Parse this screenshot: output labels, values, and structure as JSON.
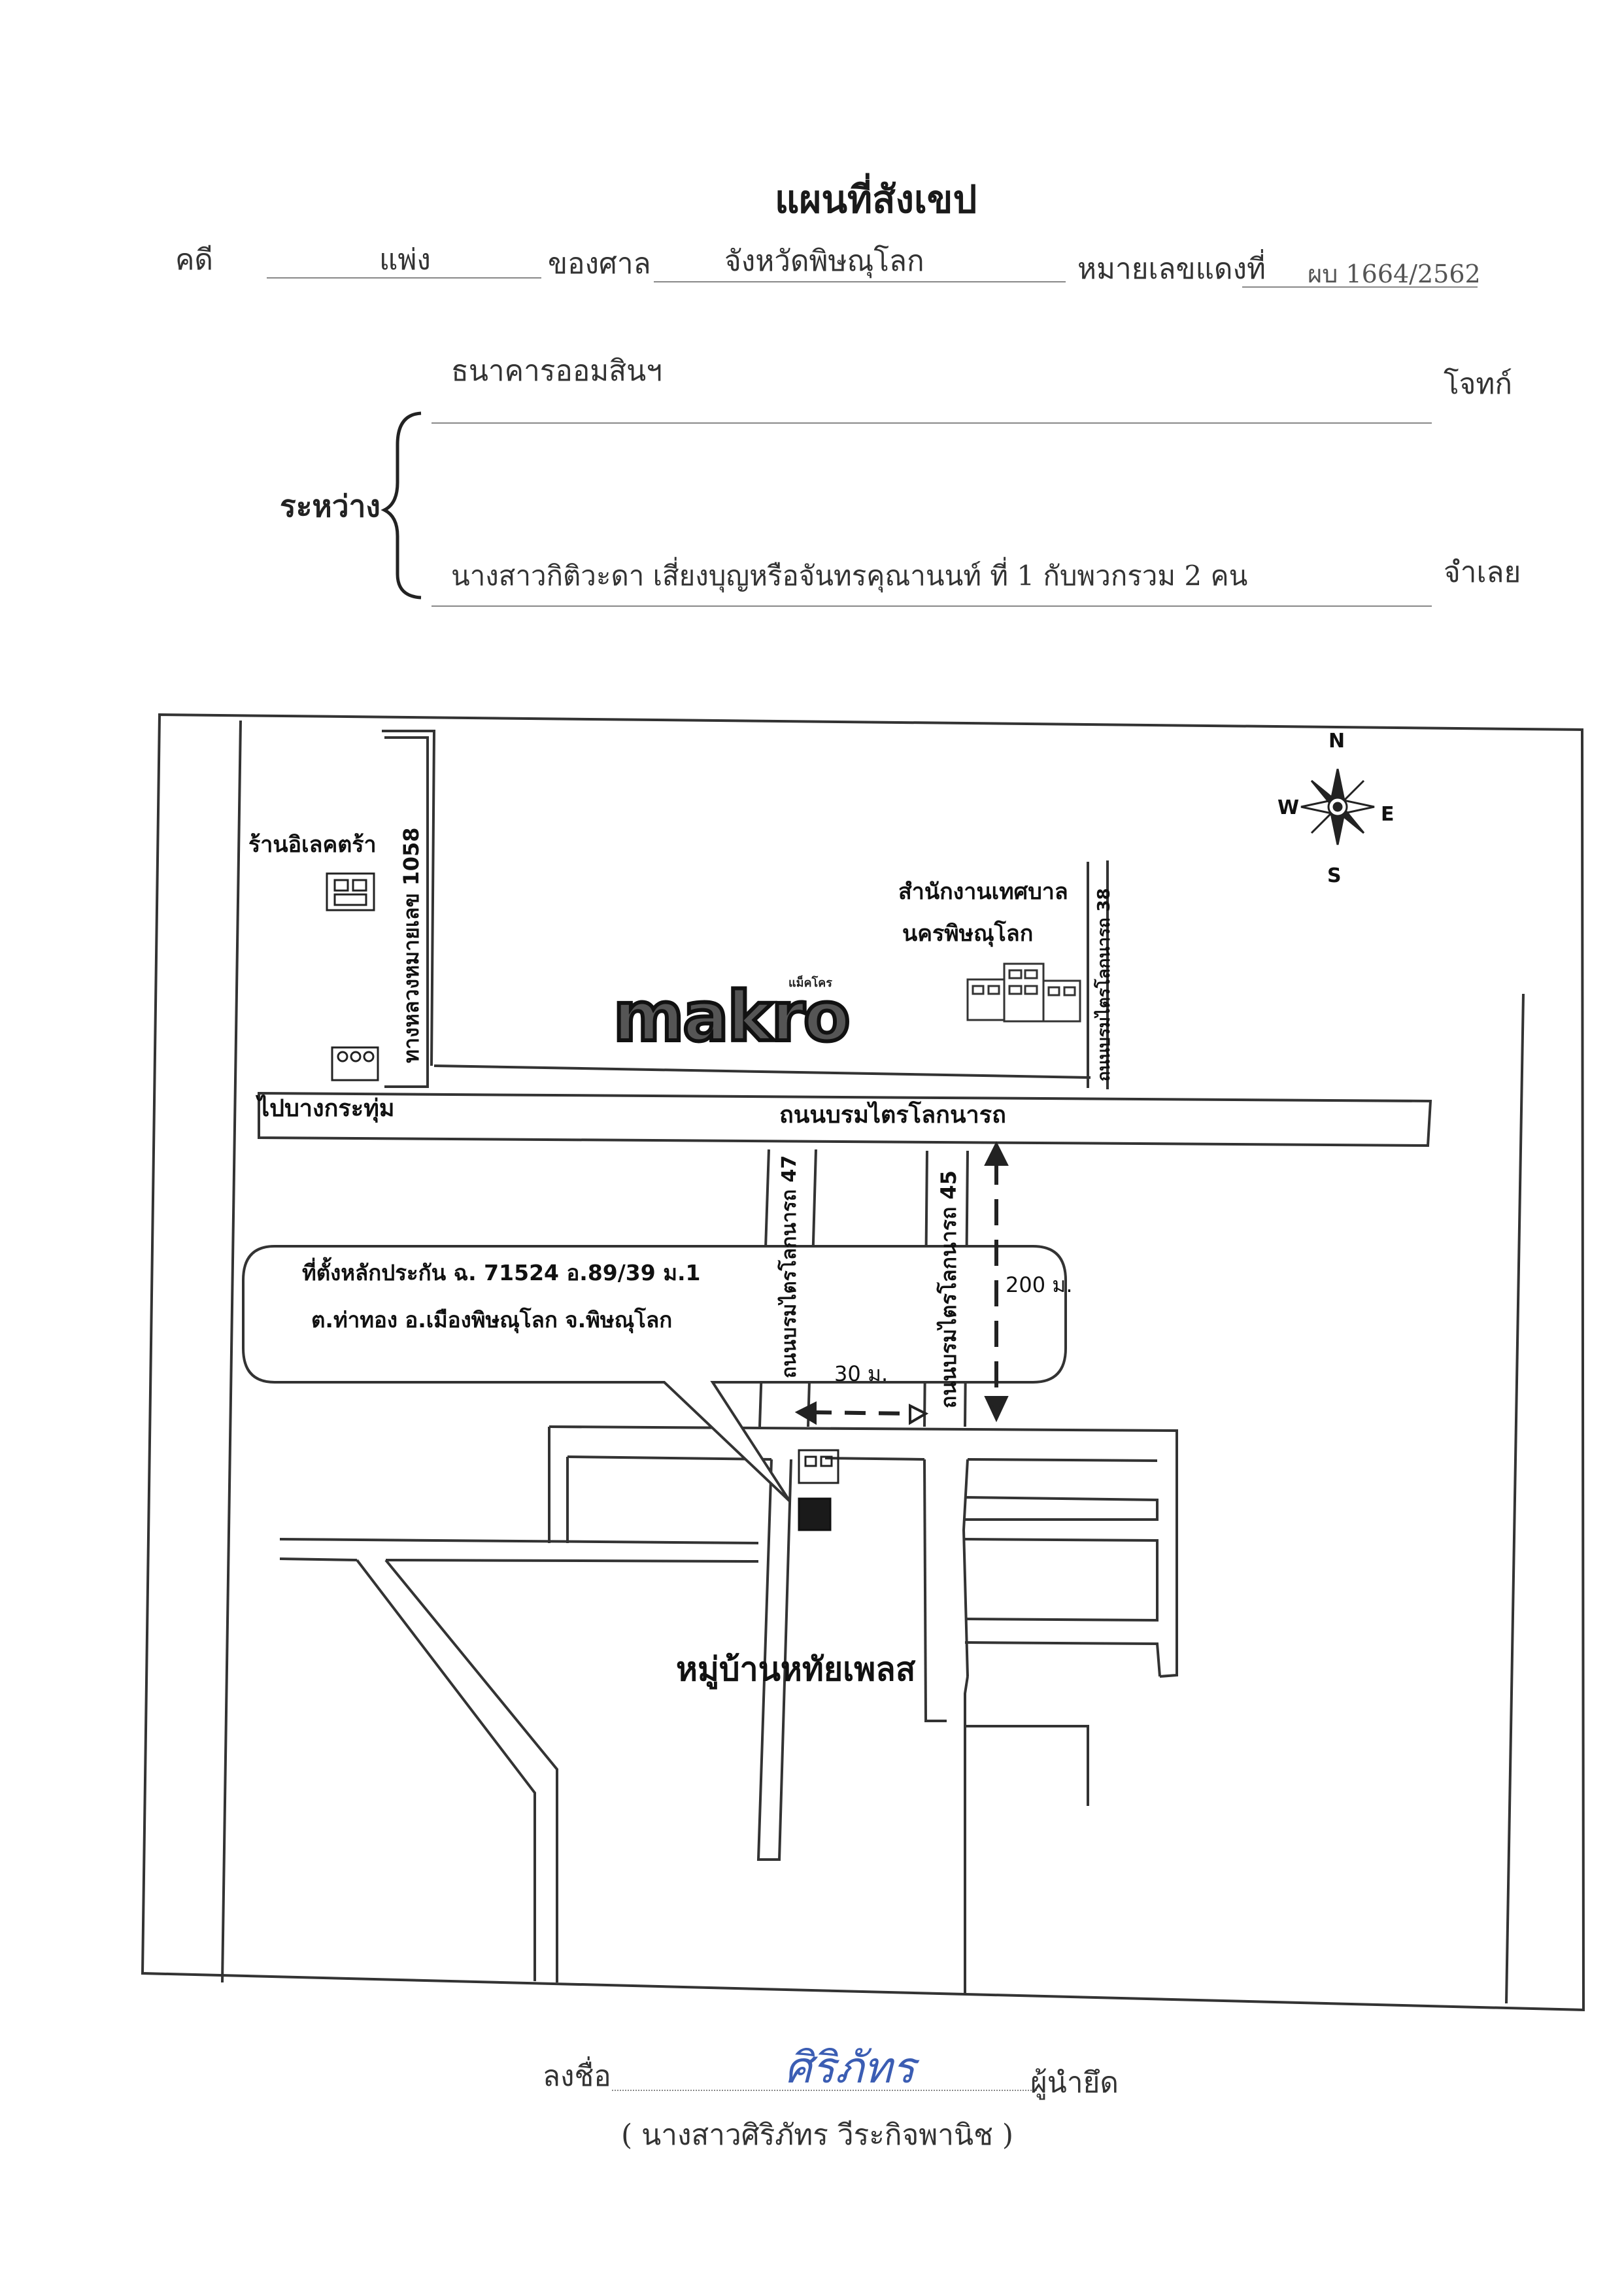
{
  "document": {
    "title": "แผนที่สังเขป",
    "case_type_label": "คดี",
    "case_type_value": "แพ่ง",
    "court_label": "ของศาล",
    "court_value": "จังหวัดพิษณุโลก",
    "red_number_label": "หมายเลขแดงที่",
    "red_number_value": "ผบ 1664/2562",
    "between_label": "ระหว่าง",
    "plaintiff_name": "ธนาคารออมสินฯ",
    "plaintiff_role": "โจทก์",
    "defendant_name": "นางสาวกิติวะดา เสี่ยงบุญหรือจันทรคุณานนท์ ที่ 1 กับพวกรวม 2 คน",
    "defendant_role": "จำเลย"
  },
  "map": {
    "labels": {
      "electra_shop": "ร้านอิเลคตร้า",
      "highway": "ทางหลวงหมายเลข 1058",
      "to_bang_krathum": "ไปบางกระทุ่ม",
      "makro": "makro",
      "makro_small": "แม็คโคร",
      "municipal_office_line1": "สำนักงานเทศบาล",
      "municipal_office_line2": "นครพิษณุโลก",
      "soi_38": "ถนนบรมไตรโลกนารถ 38",
      "main_road": "ถนนบรมไตรโลกนารถ",
      "soi_47": "ถนนบรมไตรโลกนารถ 47",
      "soi_45": "ถนนบรมไตรโลกนารถ 45",
      "distance_200": "200 ม.",
      "distance_30": "30 ม.",
      "village": "หมู่บ้านหทัยเพลส",
      "callout_line1": "ที่ตั้งหลักประกัน ฉ. 71524 อ.89/39 ม.1",
      "callout_line2": "ต.ท่าทอง อ.เมืองพิษณุโลก จ.พิษณุโลก"
    },
    "compass": {
      "n": "N",
      "s": "S",
      "e": "E",
      "w": "W"
    }
  },
  "signature": {
    "sign_label": "ลงชื่อ",
    "signature_text": "ศิริภัทร",
    "role": "ผู้นำยึด",
    "printed_name": "( นางสาวศิริภัทร วีระกิจพานิช )",
    "signature_color": "#3b5db3"
  }
}
